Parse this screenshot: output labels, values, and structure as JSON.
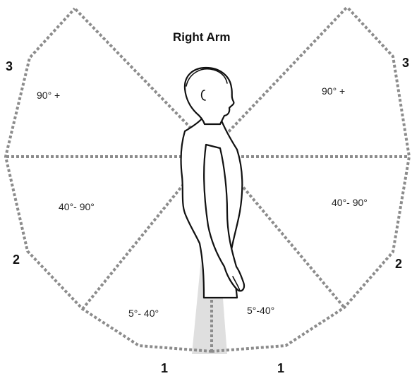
{
  "diagram": {
    "title": "Right Arm",
    "zone_numbers": {
      "left_3": "3",
      "right_3": "3",
      "left_2": "2",
      "right_2": "2",
      "bottom_left_1": "1",
      "bottom_right_1": "1"
    },
    "angle_labels": {
      "upper_left": "90° +",
      "upper_right": "90° +",
      "middle_left": "40°- 90°",
      "middle_right": "40°- 90°",
      "lower_left": "5°- 40°",
      "lower_right": "5°-40°"
    },
    "colors": {
      "zone_lines": "#8c8c8c",
      "neutral_cone": "#d9d9d9",
      "figure_outline": "#111111"
    }
  }
}
